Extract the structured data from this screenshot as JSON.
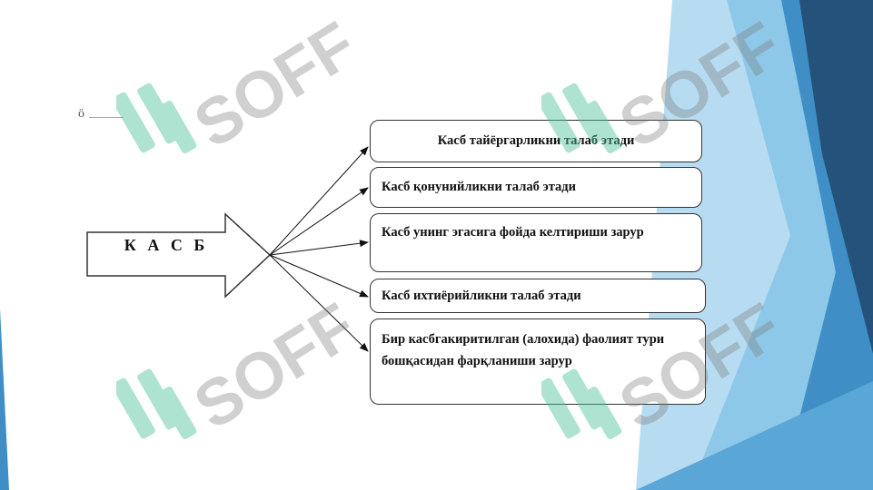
{
  "diagram": {
    "main_label": "К А С Б",
    "items": [
      "Касб тайёргарликни талаб этади",
      "Касб қонунийликни  талаб этади",
      "Касб унинг эгасига фойда келтириши зарур",
      "Касб ихтиёрийликни талаб этади",
      "Бир касбгакиритилган (алохида) фаолият тури бошқасидан фарқланиши зарур"
    ]
  },
  "watermark": {
    "text": "SOFF"
  },
  "colors": {
    "background": "#ffffff",
    "decor_blue_light": "#8ec8e8",
    "decor_blue_mid": "#3f8fc6",
    "decor_blue_dark": "#24527a",
    "watermark_green": "#4fc39a"
  }
}
